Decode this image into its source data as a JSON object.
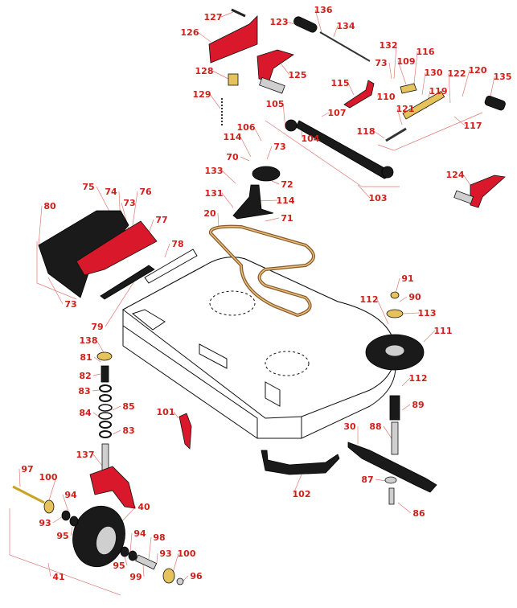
{
  "diagram": {
    "type": "exploded-parts-diagram",
    "callouts": [
      "127",
      "123",
      "136",
      "134",
      "126",
      "132",
      "116",
      "73",
      "109",
      "130",
      "122",
      "120",
      "135",
      "128",
      "125",
      "115",
      "110",
      "119",
      "129",
      "105",
      "107",
      "121",
      "106",
      "114",
      "104",
      "73",
      "117",
      "118",
      "70",
      "133",
      "72",
      "131",
      "114",
      "75",
      "74",
      "76",
      "73",
      "80",
      "20",
      "71",
      "77",
      "78",
      "103",
      "124",
      "91",
      "90",
      "112",
      "113",
      "111",
      "73",
      "79",
      "138",
      "81",
      "82",
      "83",
      "85",
      "84",
      "83",
      "112",
      "89",
      "101",
      "30",
      "88",
      "137",
      "97",
      "100",
      "94",
      "93",
      "95",
      "40",
      "102",
      "87",
      "86",
      "94",
      "98",
      "93",
      "100",
      "95",
      "99",
      "96",
      "41"
    ],
    "colors": {
      "label": "#d0201b",
      "part_red": "#d9182b",
      "part_black": "#1a1a1a",
      "leader": "#e07a74"
    }
  }
}
